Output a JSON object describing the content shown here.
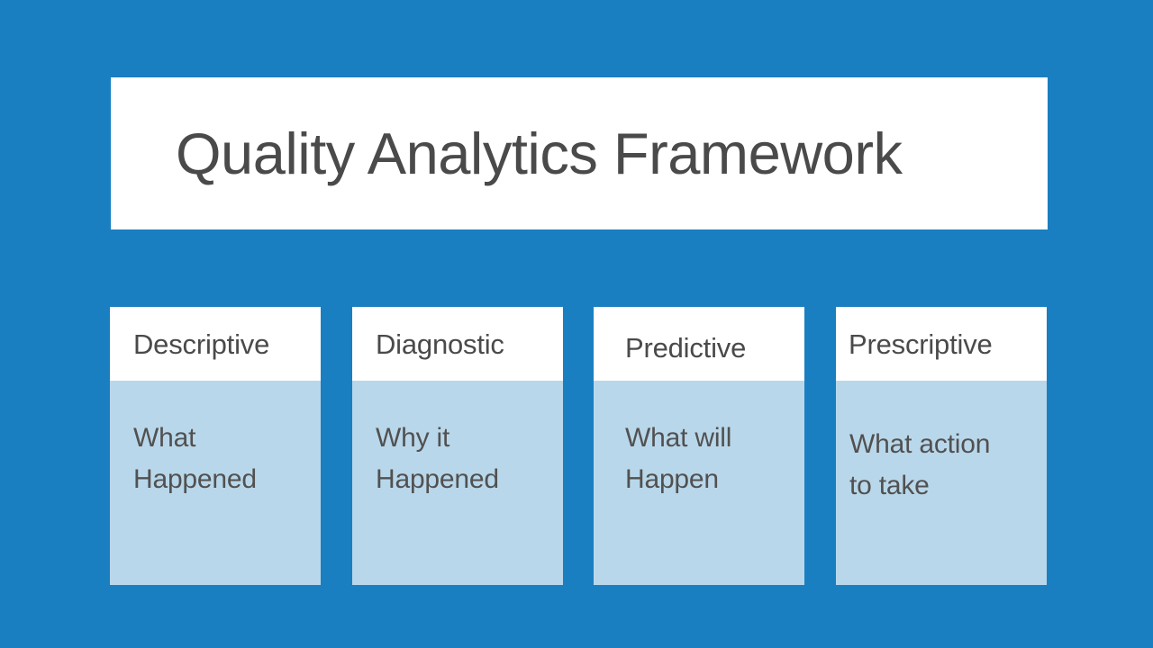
{
  "slide": {
    "title": "Quality Analytics Framework",
    "background_color": "#1a7fc1",
    "banner_color": "#ffffff",
    "card_header_color": "#ffffff",
    "card_body_color": "#b9d7ea",
    "text_color": "#4a4a4a"
  },
  "cards": [
    {
      "id": "descriptive",
      "header": "Descriptive",
      "body": "What\nHappened"
    },
    {
      "id": "diagnostic",
      "header": "Diagnostic",
      "body": "Why it\nHappened"
    },
    {
      "id": "predictive",
      "header": "Predictive",
      "body": "What will\nHappen"
    },
    {
      "id": "prescriptive",
      "header": "Prescriptive",
      "body": "What action\nto take"
    }
  ]
}
